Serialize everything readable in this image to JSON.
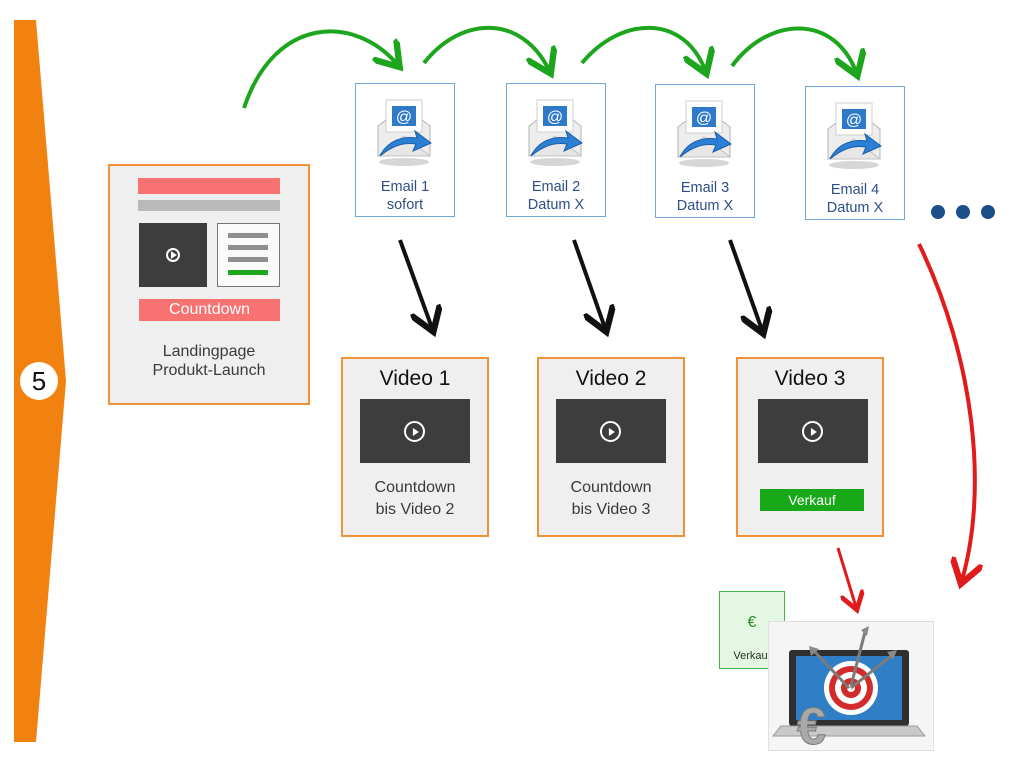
{
  "step_number": "5",
  "landing_page": {
    "countdown_label": "Countdown",
    "label_line1": "Landingpage",
    "label_line2": "Produkt-Launch"
  },
  "emails": [
    {
      "line1": "Email 1",
      "line2": "sofort"
    },
    {
      "line1": "Email 2",
      "line2": "Datum X"
    },
    {
      "line1": "Email 3",
      "line2": "Datum X"
    },
    {
      "line1": "Email 4",
      "line2": "Datum X"
    }
  ],
  "videos": [
    {
      "title": "Video 1",
      "line1": "Countdown",
      "line2": "bis Video 2"
    },
    {
      "title": "Video 2",
      "line1": "Countdown",
      "line2": "bis Video 3"
    },
    {
      "title": "Video 3",
      "sale_button": "Verkauf"
    }
  ],
  "sale_ticket": {
    "currency": "€",
    "label": "Verkauf"
  },
  "colors": {
    "orange": "#f2820f",
    "orange_border": "#f0923a",
    "green_arrow": "#1ea51e",
    "red_arrow": "#e11b1b",
    "email_text": "#2d4f86",
    "dots": "#1b4f89"
  }
}
